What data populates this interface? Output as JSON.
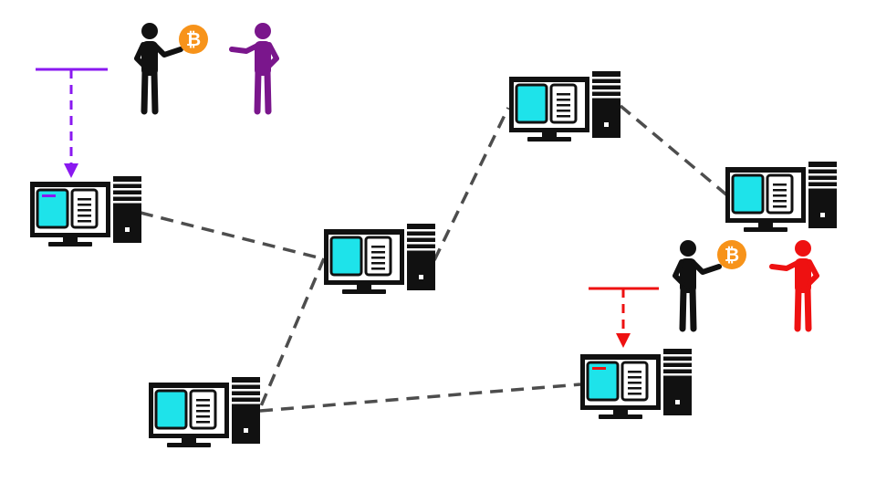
{
  "colors": {
    "background": "#ffffff",
    "link": "#4d4d4d",
    "screen": "#1ee3ea",
    "hardware": "#111111",
    "coin": "#f7931a",
    "coin_mark": "#ffffff",
    "sender": "#111111",
    "purple_accent": "#8a19f0",
    "purple_person": "#7a168c",
    "red_accent": "#ee1111",
    "red_person": "#ee1111"
  },
  "icons": {
    "computer": "desktop-computer-icon",
    "person": "person-icon",
    "coin": "bitcoin-coin-icon",
    "coin_symbol": "₿"
  },
  "nodes": [
    {
      "id": "node-left",
      "marked": "purple"
    },
    {
      "id": "node-center",
      "marked": "none"
    },
    {
      "id": "node-top",
      "marked": "none"
    },
    {
      "id": "node-right",
      "marked": "none"
    },
    {
      "id": "node-bottom",
      "marked": "none"
    },
    {
      "id": "node-lower-right",
      "marked": "red"
    }
  ],
  "links": [
    [
      "node-left",
      "node-center"
    ],
    [
      "node-center",
      "node-top"
    ],
    [
      "node-top",
      "node-right"
    ],
    [
      "node-center",
      "node-bottom"
    ],
    [
      "node-bottom",
      "node-lower-right"
    ]
  ],
  "transactions": [
    {
      "id": "purple",
      "payer": "black",
      "payee": "purple",
      "target_node": "node-left"
    },
    {
      "id": "red",
      "payer": "black",
      "payee": "red",
      "target_node": "node-lower-right"
    }
  ]
}
